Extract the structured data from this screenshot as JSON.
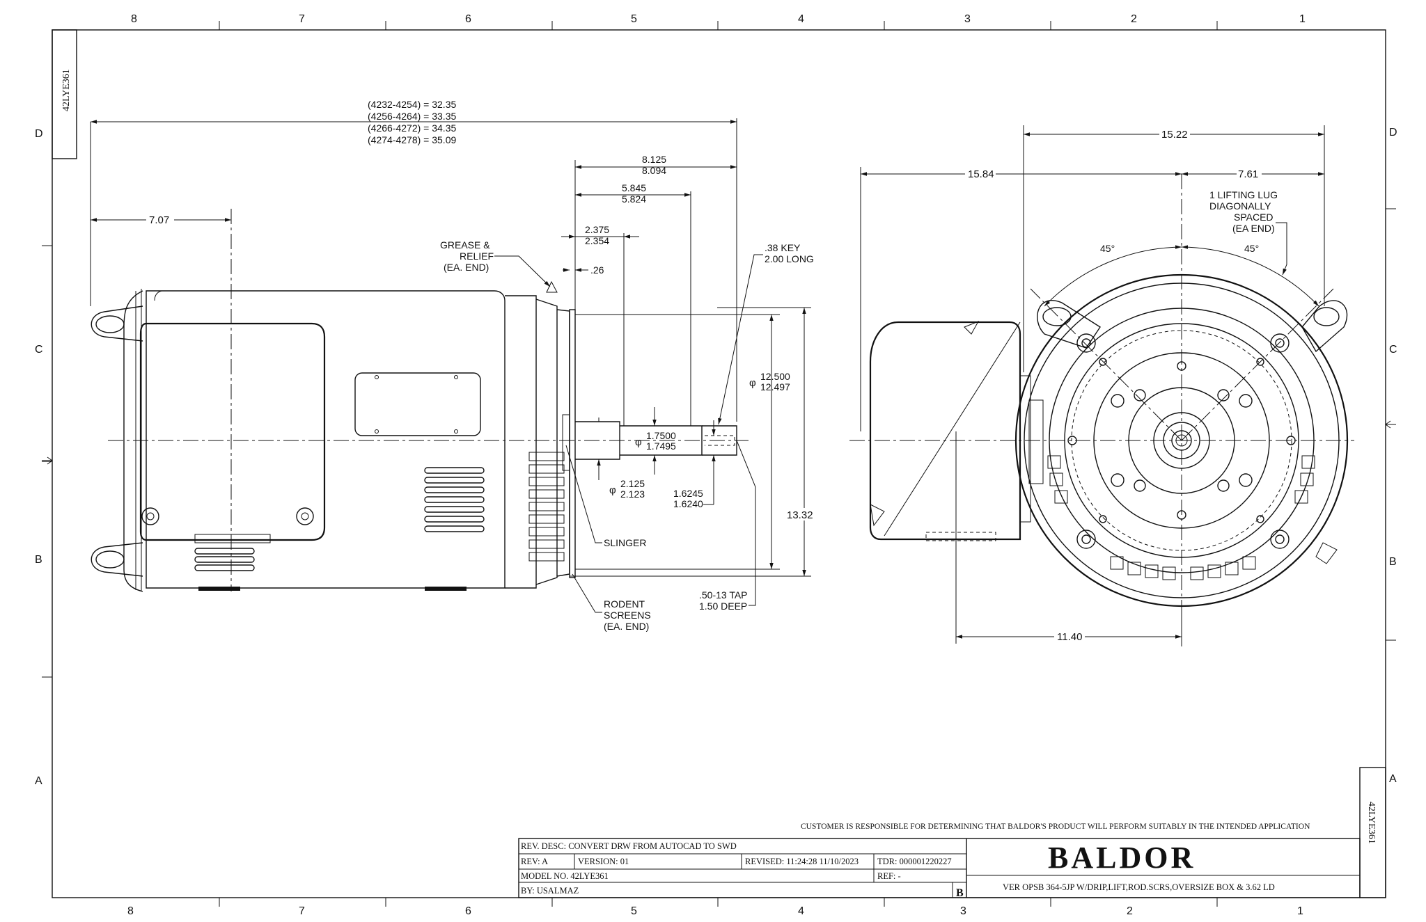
{
  "zones": {
    "columns_top": [
      "8",
      "7",
      "6",
      "5",
      "4",
      "3",
      "2",
      "1"
    ],
    "columns_bottom": [
      "8",
      "7",
      "6",
      "5",
      "4",
      "3",
      "2",
      "1"
    ],
    "rows_left": [
      "D",
      "C",
      "B",
      "A"
    ],
    "rows_right": [
      "D",
      "C",
      "B",
      "A"
    ]
  },
  "drawing_number": "42LYE361",
  "side_view": {
    "overall_lengths": [
      "(4232-4254) = 32.35",
      "(4256-4264) = 33.35",
      "(4266-4272) = 34.35",
      "(4274-4278) = 35.09"
    ],
    "dim_7_07": "7.07",
    "dim_8_125": [
      "8.125",
      "8.094"
    ],
    "dim_5_845": [
      "5.845",
      "5.824"
    ],
    "dim_2_375": [
      "2.375",
      "2.354"
    ],
    "dim_26": ".26",
    "grease_note": [
      "GREASE &",
      "RELIEF",
      "(EA. END)"
    ],
    "key_note": [
      ".38 KEY",
      "2.00 LONG"
    ],
    "pilot_dia": [
      "12.500",
      "12.497"
    ],
    "shaft_dia": [
      "1.7500",
      "1.7495"
    ],
    "shoulder_dia": [
      "2.125",
      "2.123"
    ],
    "key_depth": [
      "1.6245",
      "1.6240"
    ],
    "height_13_32": "13.32",
    "slinger": "SLINGER",
    "rodent_note": [
      "RODENT",
      "SCREENS",
      "(EA. END)"
    ],
    "tap_note": [
      ".50-13 TAP",
      "1.50 DEEP"
    ],
    "dia_symbol": "φ"
  },
  "end_view": {
    "dim_15_22": "15.22",
    "dim_15_84": "15.84",
    "dim_7_61": "7.61",
    "lug_note": [
      "1 LIFTING LUG",
      "DIAGONALLY",
      "SPACED",
      "(EA END)"
    ],
    "angle_left": "45°",
    "angle_right": "45°",
    "dim_11_40": "11.40"
  },
  "title_block": {
    "customer_note": "CUSTOMER IS RESPONSIBLE FOR DETERMINING THAT BALDOR'S PRODUCT WILL PERFORM SUITABLY IN THE INTENDED APPLICATION",
    "rev_desc": "REV. DESC: CONVERT DRW FROM AUTOCAD TO SWD",
    "rev": "REV:  A",
    "version": "VERSION:  01",
    "revised": "REVISED:  11:24:28 11/10/2023",
    "tdr": "TDR: 000001220227",
    "model_no": "MODEL NO.  42LYE361",
    "ref": "REF:  -",
    "by": "BY: USALMAZ",
    "sheet_rev": "B",
    "brand": "BALDOR",
    "description": "VER OPSB 364-5JP W/DRIP,LIFT,ROD.SCRS,OVERSIZE BOX & 3.62 LD"
  }
}
